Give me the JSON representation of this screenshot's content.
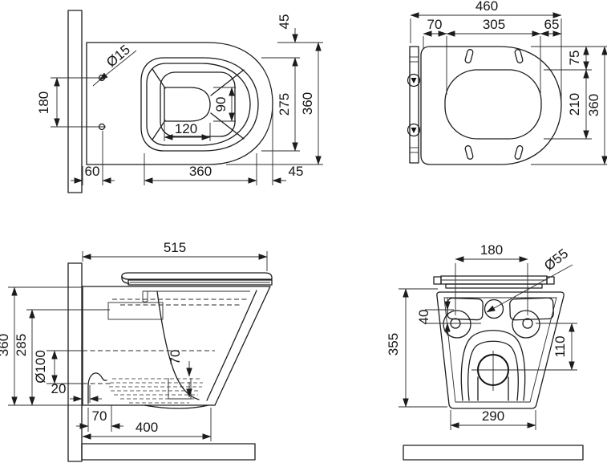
{
  "drawing": {
    "title": "wall-hung-toilet-technical-drawing",
    "line_color": "#1c1c1c",
    "background": "#ffffff",
    "views": {
      "top": {
        "dims": {
          "hole_dia": "Ø15",
          "hole_spacing": "180",
          "wall_offset": "60",
          "rim_width": "360",
          "front_gap": "45",
          "back_gap": "45",
          "rim_length": "275",
          "total_depth": "360",
          "sump_width": "120",
          "sump_height": "90"
        }
      },
      "seat": {
        "dims": {
          "total_width": "460",
          "hinge_gap": "70",
          "opening_length": "305",
          "front_gap": "65",
          "back_gap": "75",
          "opening_width": "210",
          "total_depth": "360"
        }
      },
      "side": {
        "dims": {
          "total_length": "515",
          "total_height": "360",
          "inner_height": "285",
          "drain_dia": "Ø100",
          "wall_gap": "20",
          "weir_offset": "70",
          "bowl_length": "400",
          "water_depth": "70"
        }
      },
      "rear": {
        "dims": {
          "hole_spacing": "180",
          "inlet_dia": "Ø55",
          "hole_offset": "40",
          "total_height": "355",
          "drain_offset": "110",
          "bottom_width": "290"
        }
      }
    }
  }
}
